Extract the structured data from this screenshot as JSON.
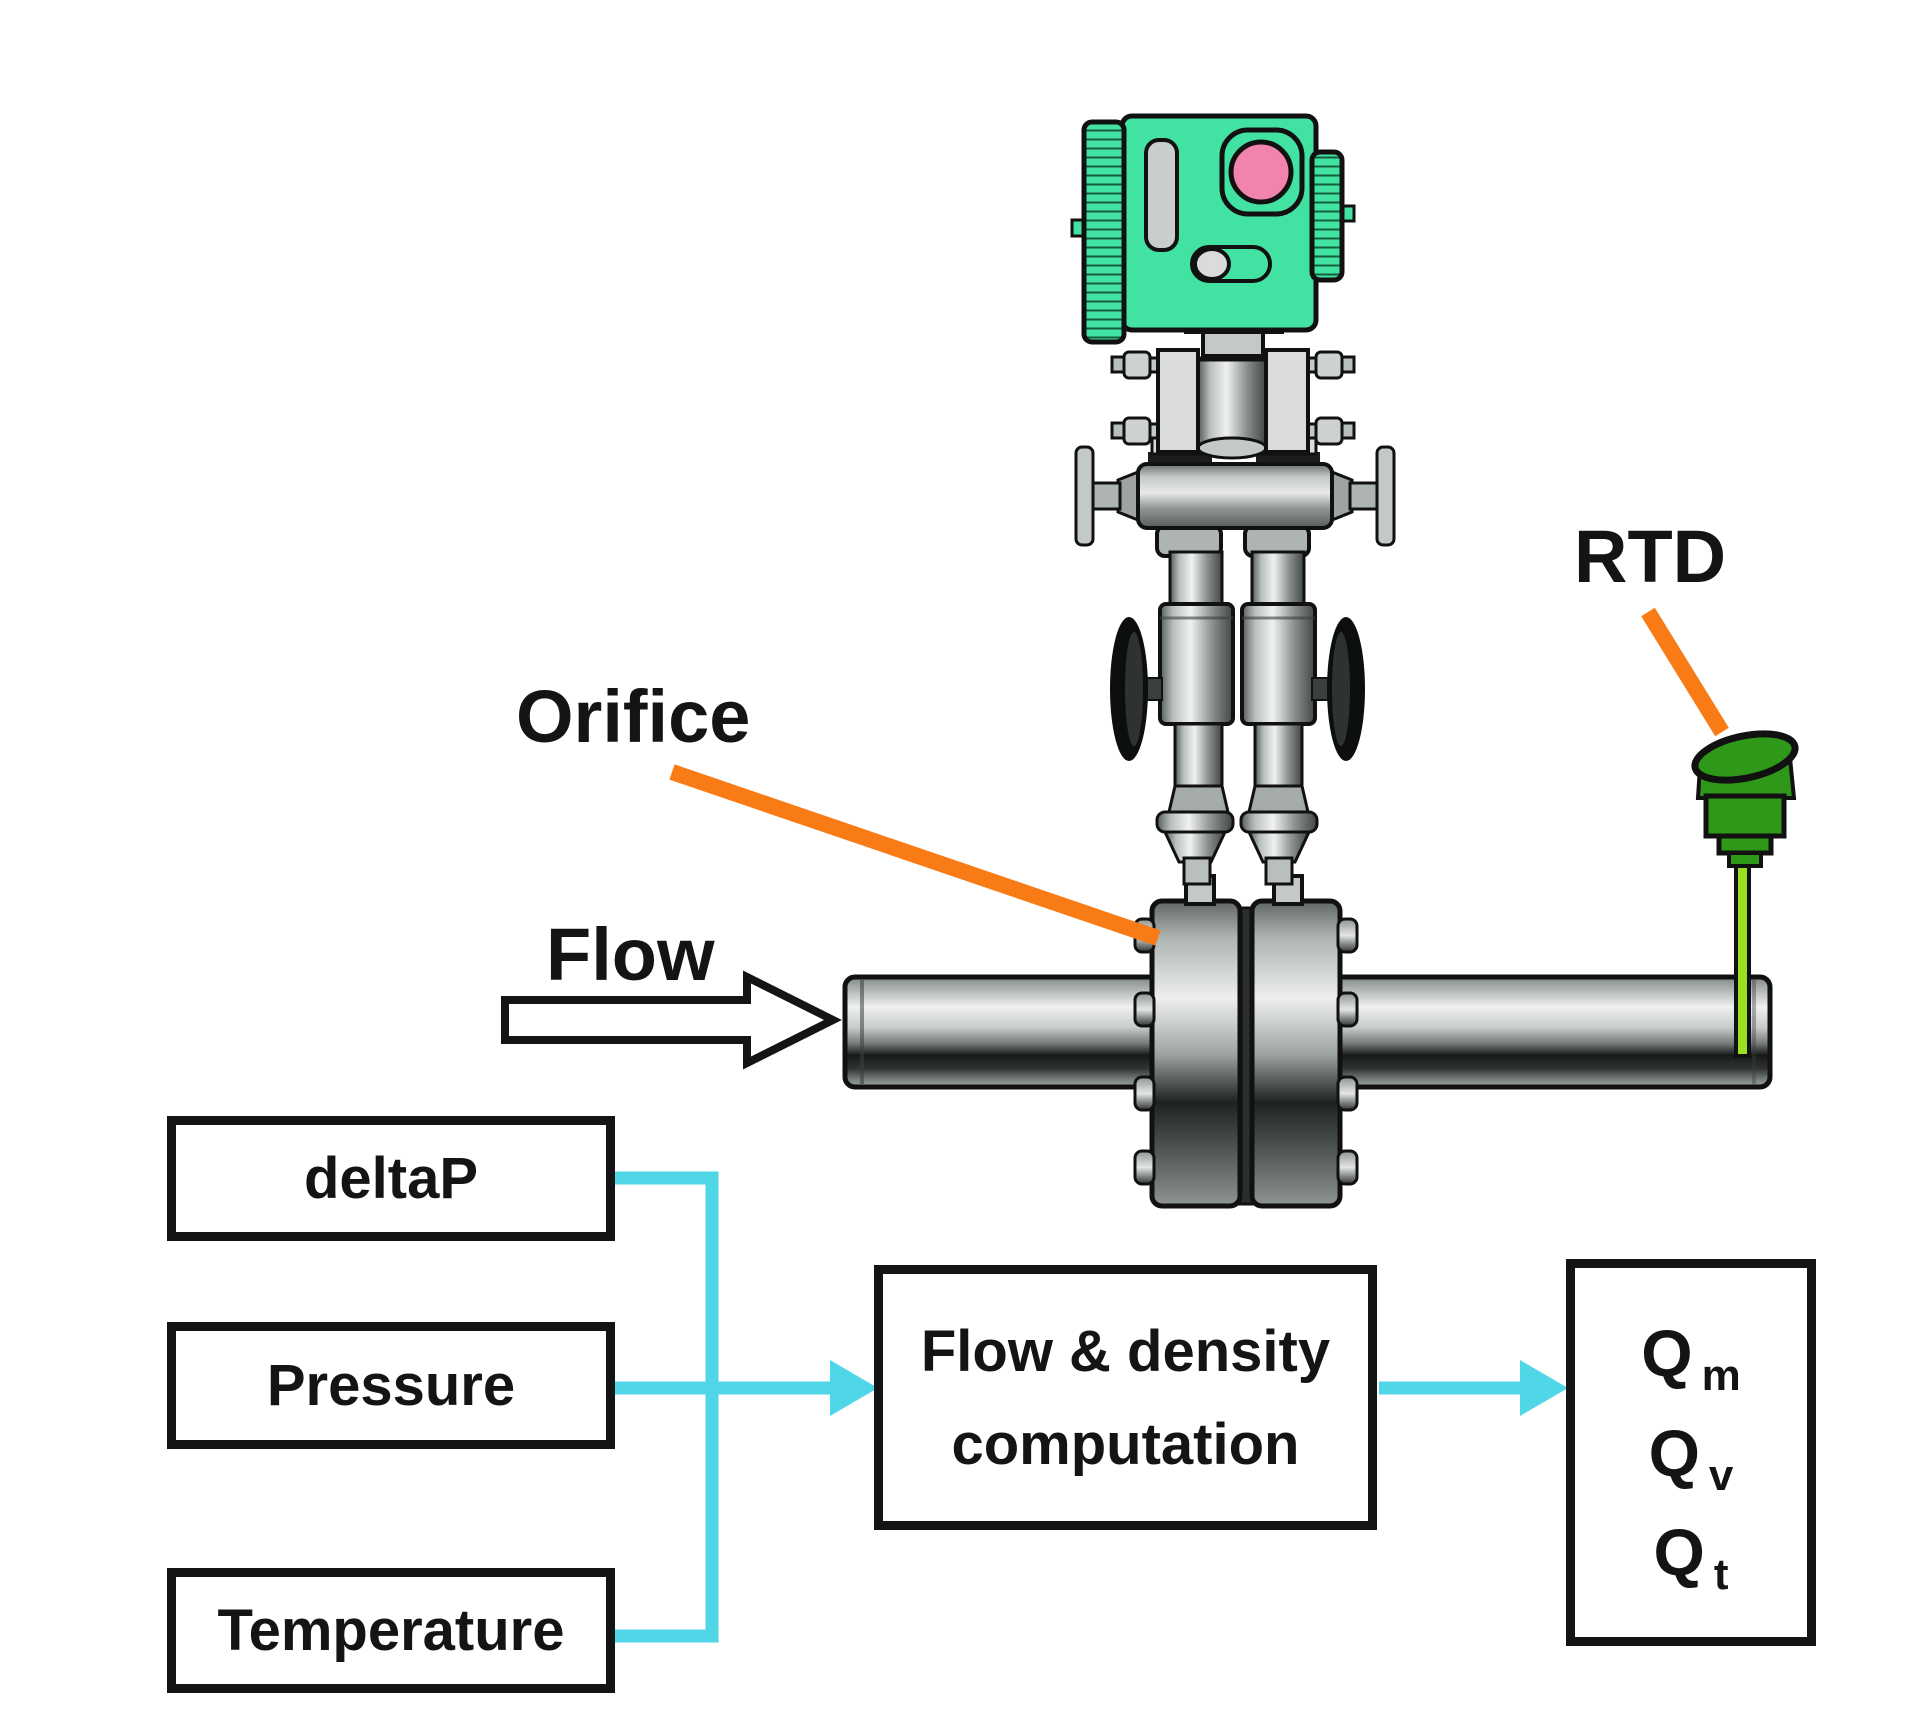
{
  "diagram": {
    "labels": {
      "orifice": "Orifice",
      "flow": "Flow",
      "rtd": "RTD"
    },
    "inputs": [
      {
        "label": "deltaP"
      },
      {
        "label": "Pressure"
      },
      {
        "label": "Temperature"
      }
    ],
    "computation": {
      "line1": "Flow & density",
      "line2": "computation"
    },
    "outputs": [
      {
        "base": "Q",
        "sub": "m"
      },
      {
        "base": "Q",
        "sub": "v"
      },
      {
        "base": "Q",
        "sub": "t"
      }
    ],
    "colors": {
      "connector_cyan": "#4FD6E7",
      "pointer_orange": "#F97B16",
      "transmitter_green": "#42E2A2",
      "display_window_pink": "#F183AC",
      "rtd_head_green": "#2F9818",
      "rtd_probe_green": "#9ADF20",
      "box_border_black": "#141414"
    }
  }
}
